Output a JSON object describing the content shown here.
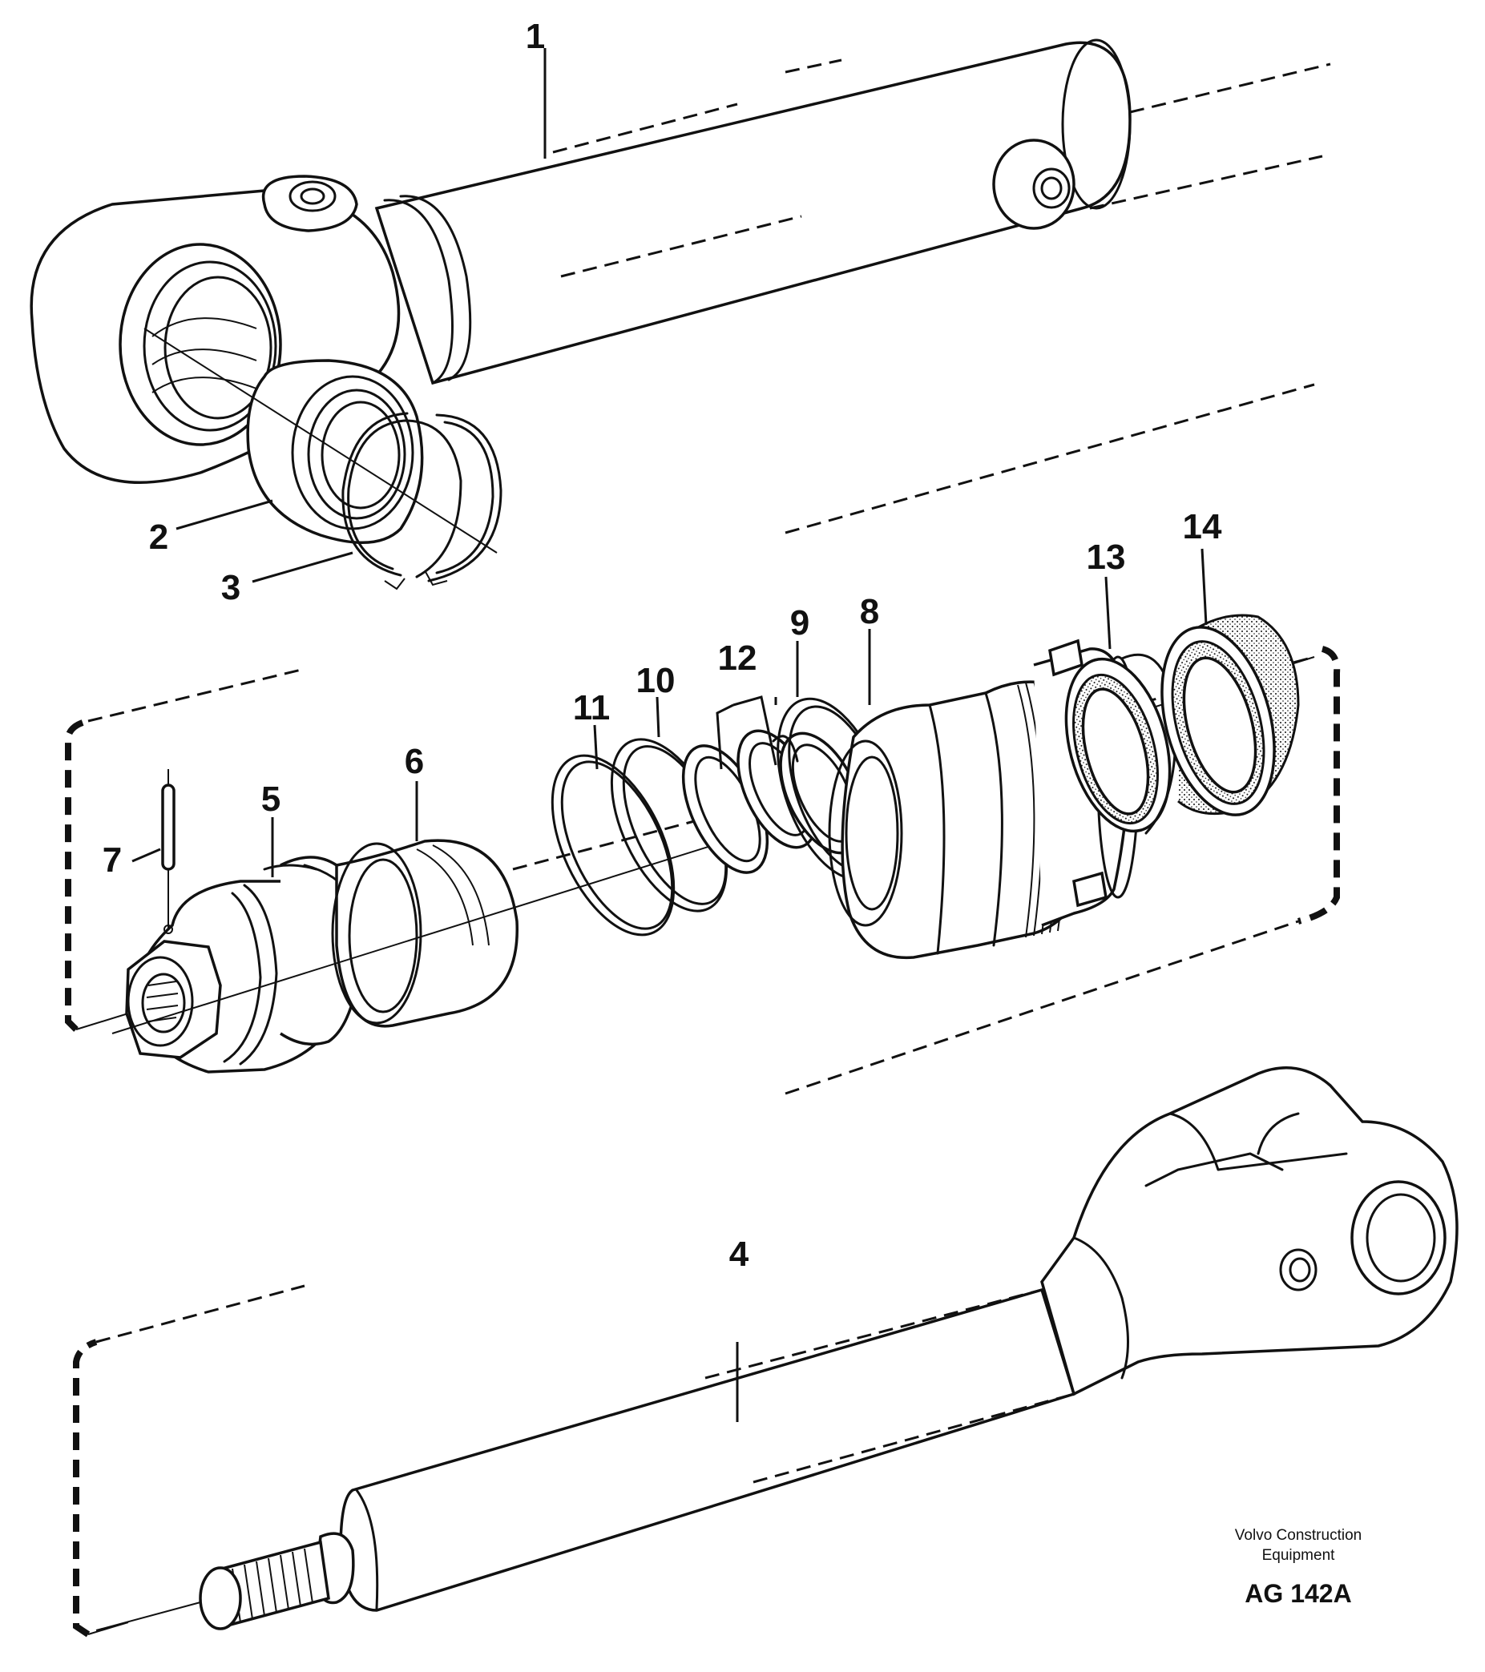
{
  "callouts": {
    "c1": "1",
    "c2": "2",
    "c3": "3",
    "c4": "4",
    "c5": "5",
    "c6": "6",
    "c7": "7",
    "c8": "8",
    "c9": "9",
    "c10": "10",
    "c11": "11",
    "c12": "12",
    "c13": "13",
    "c14": "14"
  },
  "footer": {
    "brand_line1": "Volvo Construction",
    "brand_line2": "Equipment",
    "drawing_code": "AG 142A"
  },
  "style": {
    "ink_color": "#111111",
    "paper_color": "#ffffff"
  }
}
